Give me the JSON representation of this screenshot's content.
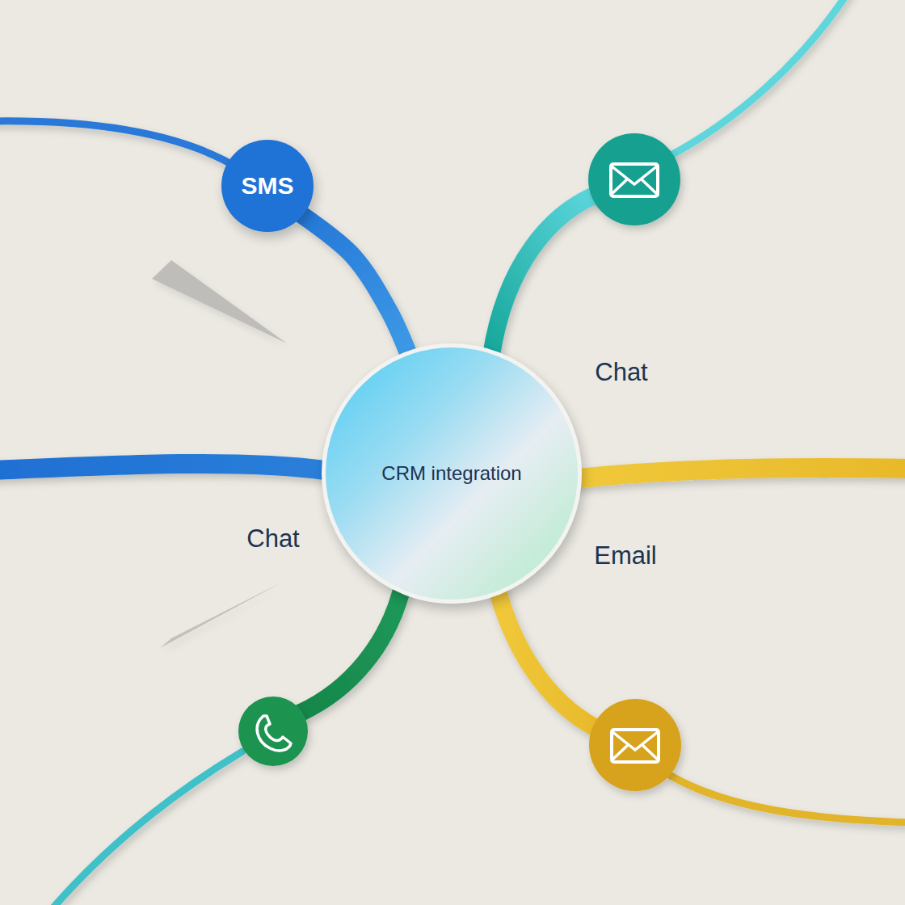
{
  "diagram": {
    "nodes": [
      {
        "text": [
          "SMS"
        ]
      },
      {
        "text": [
          "CRM integration"
        ]
      }
    ],
    "edges": [
      {
        "from": 0,
        "to": 1,
        "arrow": "none"
      }
    ],
    "labels": [
      "Chat",
      "Chat",
      "Email"
    ]
  }
}
